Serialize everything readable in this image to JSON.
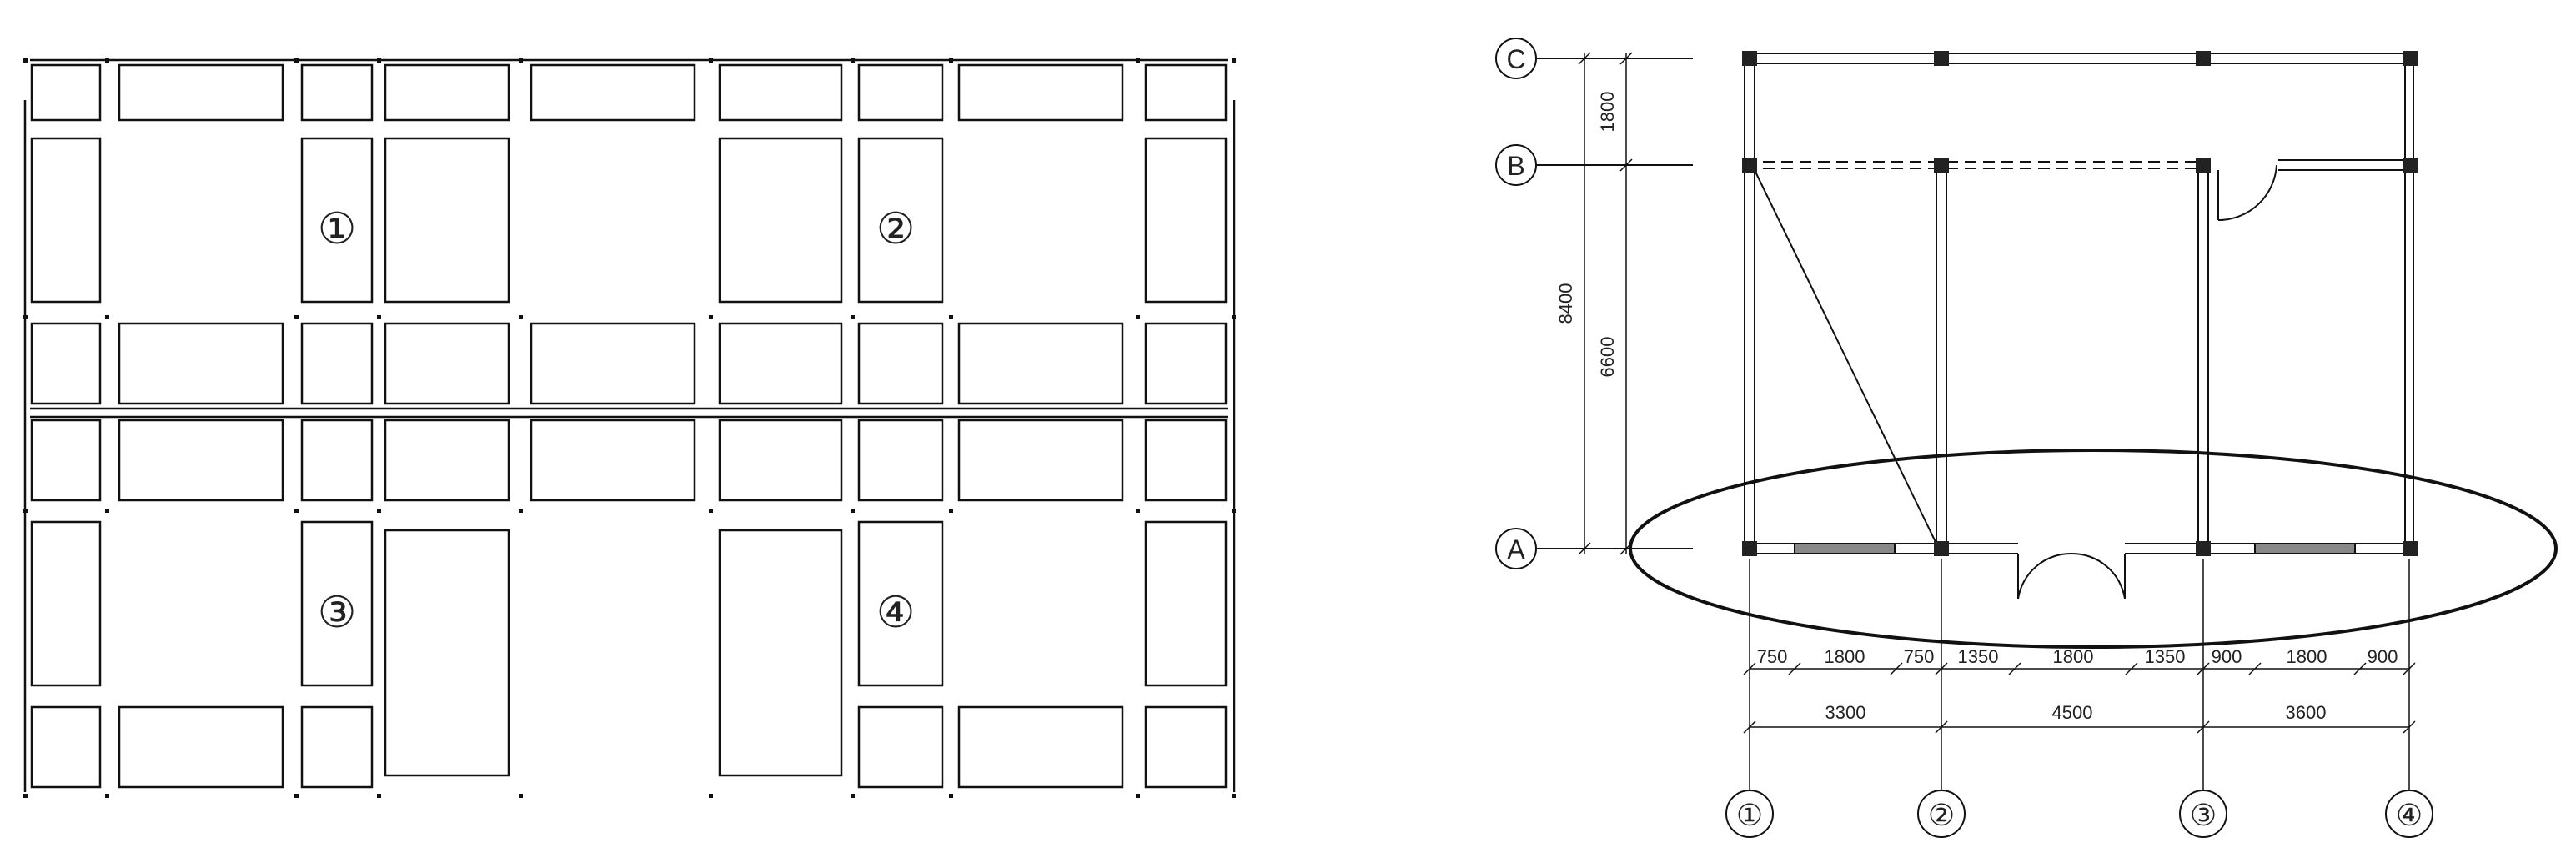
{
  "left_figure": {
    "panel_labels": [
      "①",
      "②",
      "③",
      "④"
    ]
  },
  "right_figure": {
    "row_axes": [
      "C",
      "B",
      "A"
    ],
    "column_axes": [
      "①",
      "②",
      "③",
      "④"
    ],
    "vertical_dims": {
      "c_to_b": "1800",
      "b_to_a": "6600",
      "total": "8400"
    },
    "window_dims": [
      "750",
      "1800",
      "750",
      "1350",
      "1800",
      "1350",
      "900",
      "1800",
      "900"
    ],
    "bay_dims": [
      "3300",
      "4500",
      "3600"
    ]
  }
}
